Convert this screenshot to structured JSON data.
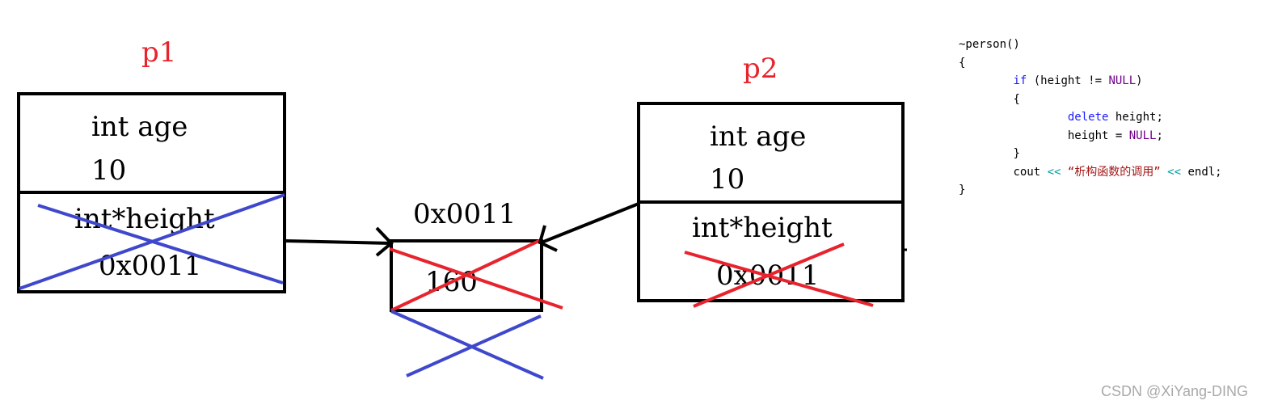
{
  "diagram": {
    "p1": {
      "label": "p1",
      "field1_name": "int age",
      "field1_value": "10",
      "field2_name": "int*height",
      "field2_value": "0x0011"
    },
    "heap": {
      "address": "0x0011",
      "value": "160"
    },
    "p2": {
      "label": "p2",
      "field1_name": "int age",
      "field1_value": "10",
      "field2_name": "int*height",
      "field2_value": "0x0011"
    },
    "colors": {
      "box": "#000000",
      "label": "#e8232d",
      "blue_cross": "#3f48cc",
      "red_cross": "#e8232d"
    }
  },
  "code": {
    "line1": "~person()",
    "line2": "{",
    "line3_kw": "if",
    "line3_a": " (height != ",
    "line3_macro": "NULL",
    "line3_b": ")",
    "line4": "{",
    "line5_kw": "delete",
    "line5_rest": " height;",
    "line6_a": "height = ",
    "line6_macro": "NULL",
    "line6_b": ";",
    "line7_a": "cout ",
    "line7_op1": "<<",
    "line7_str": " “析构函数的调用” ",
    "line7_op2": "<<",
    "line7_b": " endl;",
    "line8": "}",
    "line9": "}"
  },
  "watermark": "CSDN @XiYang-DING"
}
